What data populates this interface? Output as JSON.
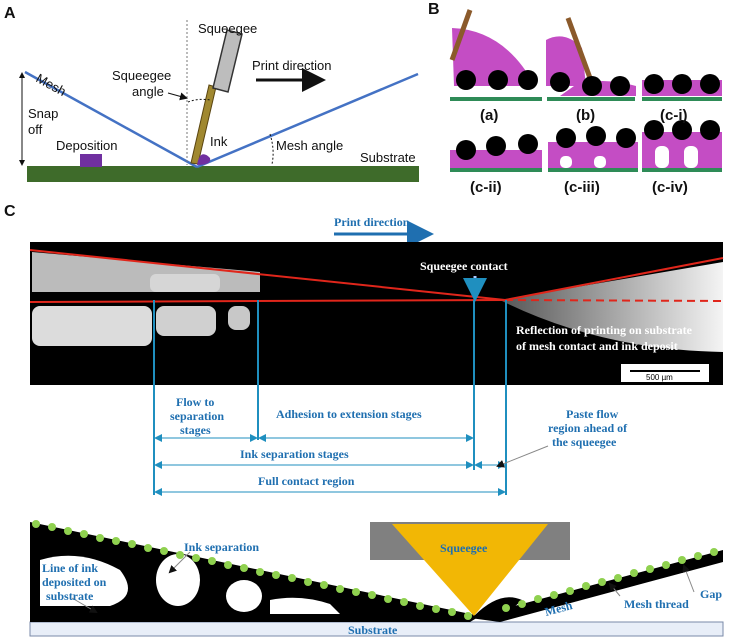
{
  "panel_a": {
    "letter": "A",
    "mesh": "Mesh",
    "squeegee": "Squeegee",
    "squeegee_angle": "Squeegee angle",
    "print_direction": "Print direction",
    "snap_off": "Snap off",
    "deposition": "Deposition",
    "ink": "Ink",
    "mesh_angle": "Mesh angle",
    "substrate": "Substrate"
  },
  "panel_b": {
    "letter": "B",
    "labels": [
      "(a)",
      "(b)",
      "(c-i)",
      "(c-ii)",
      "(c-iii)",
      "(c-iv)"
    ]
  },
  "panel_c": {
    "letter": "C",
    "print_direction": "Print direction",
    "squeegee_contact": "Squeegee contact",
    "reflection_line1": "Reflection of printing on substrate",
    "reflection_line2": "of mesh contact and ink deposit",
    "scale_bar": "500 µm",
    "flow_to_separation": [
      "Flow to",
      "separation",
      "stages"
    ],
    "adhesion_to_extension": "Adhesion to extension stages",
    "paste_flow": [
      "Paste flow",
      "region ahead of",
      "the squeegee"
    ],
    "ink_separation_stages": "Ink separation stages",
    "full_contact_region": "Full contact region",
    "ink_separation": "Ink separation",
    "line_of_ink": [
      "Line of ink",
      "deposited on",
      "substrate"
    ],
    "squeegee": "Squeegee",
    "mesh": "Mesh",
    "mesh_thread": "Mesh thread",
    "gap": "Gap",
    "substrate": "Substrate"
  },
  "colors": {
    "mesh_line": "#4472c4",
    "substrate_green": "#3e6b2a",
    "ink_purple": "#7030a0",
    "paste_magenta": "#c44dc4",
    "squeegee_brown": "#8b6f2a",
    "annotation_blue": "#1f8fbf",
    "red_line": "#e0261b",
    "squeegee_yellow": "#f2b705",
    "mesh_dot_green": "#8fd14f"
  }
}
